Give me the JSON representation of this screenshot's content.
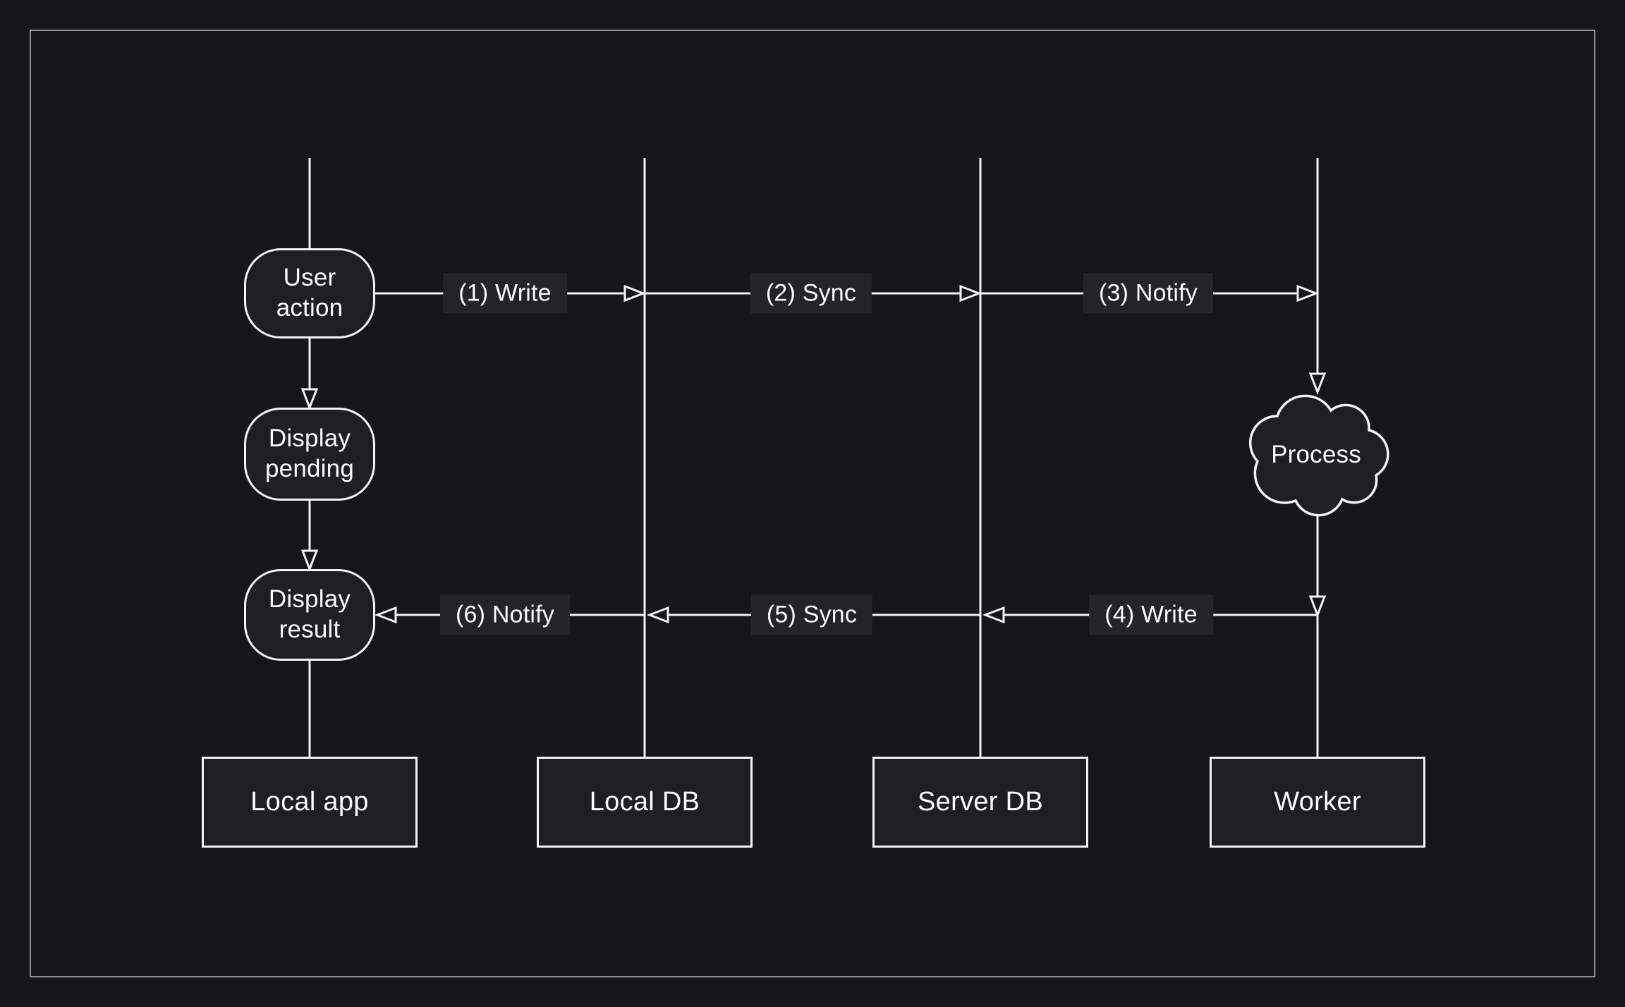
{
  "colors": {
    "canvas_background": "#16161a",
    "frame_border": "#909298",
    "shape_fill": "#1e1f24",
    "label_background": "#232429",
    "stroke": "#f3f3f5",
    "text": "#fcfcfe"
  },
  "diagram": {
    "lanes": [
      {
        "label": "Local app"
      },
      {
        "label": "Local DB"
      },
      {
        "label": "Server DB"
      },
      {
        "label": "Worker"
      }
    ],
    "flow_nodes": [
      {
        "label": "User action",
        "shape": "rounded-rectangle",
        "lane": "Local app"
      },
      {
        "label": "Display pending",
        "shape": "rounded-rectangle",
        "lane": "Local app"
      },
      {
        "label": "Display result",
        "shape": "rounded-rectangle",
        "lane": "Local app"
      },
      {
        "label": "Process",
        "shape": "cloud",
        "lane": "Worker"
      }
    ],
    "edges": [
      {
        "step": 1,
        "label": "(1) Write",
        "from": "User action",
        "to": "Local DB",
        "direction": "right"
      },
      {
        "step": 2,
        "label": "(2) Sync",
        "from": "Local DB",
        "to": "Server DB",
        "direction": "right"
      },
      {
        "step": 3,
        "label": "(3) Notify",
        "from": "Server DB",
        "to": "Worker",
        "direction": "right"
      },
      {
        "step": 4,
        "label": "(4) Write",
        "from": "Worker",
        "to": "Server DB",
        "direction": "left"
      },
      {
        "step": 5,
        "label": "(5) Sync",
        "from": "Server DB",
        "to": "Local DB",
        "direction": "left"
      },
      {
        "step": 6,
        "label": "(6) Notify",
        "from": "Local DB",
        "to": "Display result",
        "direction": "left"
      }
    ],
    "unlabeled_connections": [
      {
        "from": "User action",
        "to": "Display pending",
        "direction": "down"
      },
      {
        "from": "Display pending",
        "to": "Display result",
        "direction": "down"
      },
      {
        "from": "Worker lifeline",
        "to": "Process",
        "direction": "down"
      },
      {
        "from": "Process",
        "to": "Worker lifeline",
        "direction": "down"
      }
    ]
  }
}
